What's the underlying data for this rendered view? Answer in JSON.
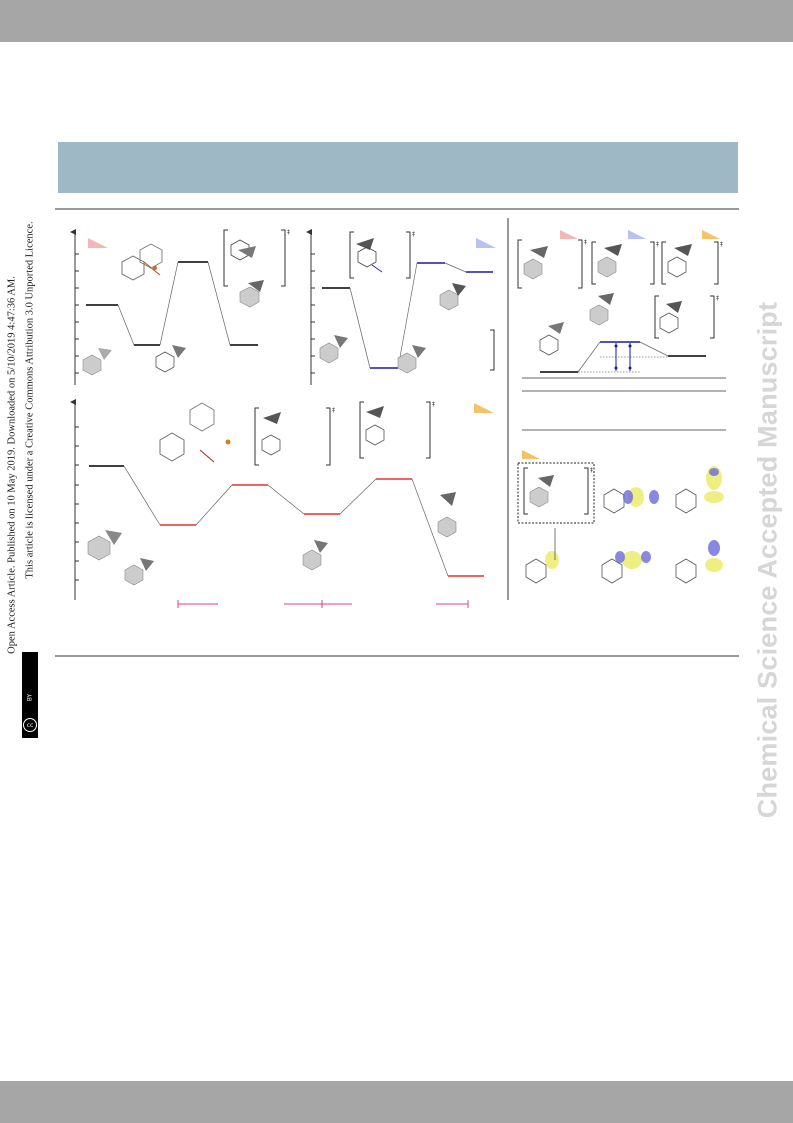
{
  "header": {
    "bar_color": "#a6a6a6"
  },
  "banner": {
    "color": "#9fb8c5"
  },
  "side_license": {
    "line1": "Open Access Article. Published on 10 May 2019. Downloaded on 5/10/2019 4:47:36 AM.",
    "line2": "This article is licensed under a Creative Commons Attribution 3.0 Unported Licence.",
    "badge_cc": "cc",
    "badge_by": "BY"
  },
  "watermark": {
    "text": "Chemical Science Accepted Manuscript"
  },
  "figure": {
    "ts_symbol": "‡",
    "colors": {
      "pink": "#f4b7b7",
      "blue": "#b9c0f2",
      "orange": "#f3c36a",
      "red": "#e53030",
      "navy": "#1a1aa0",
      "magenta": "#e0408a"
    }
  },
  "footer": {
    "bar_color": "#a6a6a6"
  }
}
